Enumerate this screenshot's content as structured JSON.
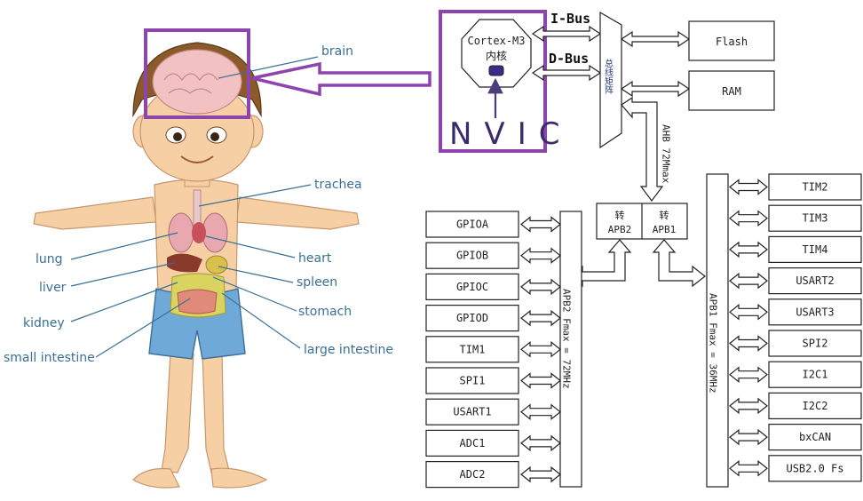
{
  "body_diagram": {
    "labels": {
      "brain": "brain",
      "trachea": "trachea",
      "lung": "lung",
      "heart": "heart",
      "liver": "liver",
      "spleen": "spleen",
      "kidney": "kidney",
      "stomach": "stomach",
      "small_intestine": "small intestine",
      "large_intestine": "large intestine"
    }
  },
  "mcu_diagram": {
    "core": {
      "line1": "Cortex-M3",
      "line2": "内核"
    },
    "annotation": "NVIC",
    "buses": {
      "ibus": "I-Bus",
      "dbus": "D-Bus"
    },
    "matrix_label": "总线矩阵",
    "ahb_label": "AHB 72Mmax",
    "memories": [
      "Flash",
      "RAM"
    ],
    "bridges": {
      "apb2": [
        "转",
        "APB2"
      ],
      "apb1": [
        "转",
        "APB1"
      ]
    },
    "apb2_label": "APB2 Fmax = 72MHz",
    "apb1_label": "APB1 Fmax = 36MHz",
    "apb2_peripherals": [
      "GPIOA",
      "GPIOB",
      "GPIOC",
      "GPIOD",
      "TIM1",
      "SPI1",
      "USART1",
      "ADC1",
      "ADC2"
    ],
    "apb1_peripherals": [
      "TIM2",
      "TIM3",
      "TIM4",
      "USART2",
      "USART3",
      "SPI2",
      "I2C1",
      "I2C2",
      "bxCAN",
      "USB2.0 Fs"
    ]
  },
  "colors": {
    "highlight": "#8e44ad",
    "label_text": "#3a6f96",
    "brain": "#f2c1c1",
    "skin": "#f7cfa4",
    "shorts": "#6fa9d8"
  }
}
